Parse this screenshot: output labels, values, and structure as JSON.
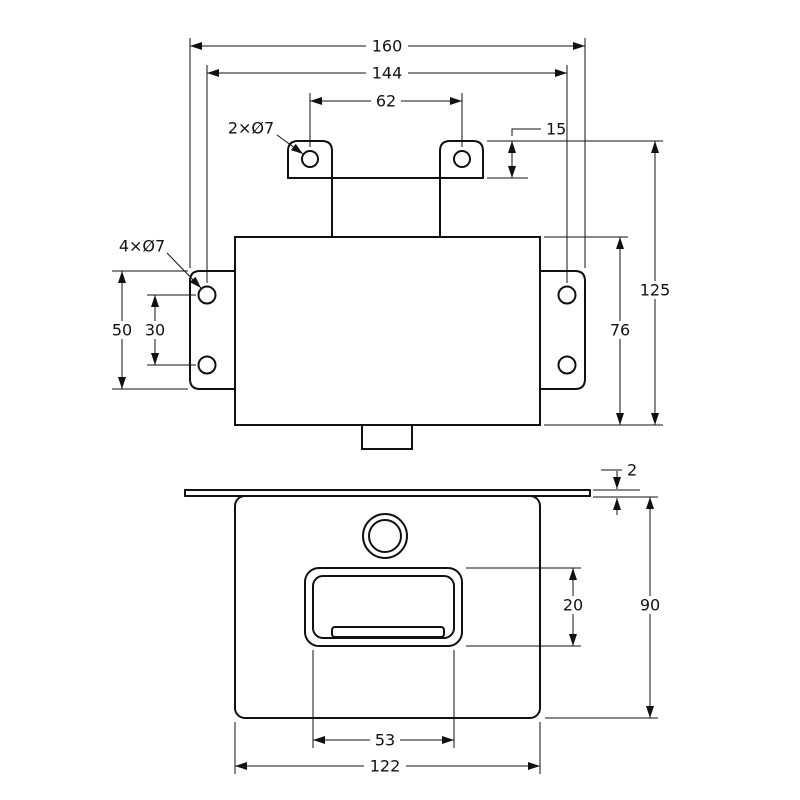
{
  "views": {
    "front": {
      "notes": {
        "tab_holes": "2×Ø7",
        "flange_holes": "4×Ø7"
      },
      "dims": {
        "overall_width": "160",
        "mount_hole_span": "144",
        "tab_hole_span": "62",
        "tab_height": "15",
        "overall_height": "125",
        "body_height": "76",
        "flange_height": "50",
        "flange_hole_pitch": "30"
      }
    },
    "bottom": {
      "dims": {
        "plate_thickness": "2",
        "body_depth": "90",
        "recess_depth": "20",
        "recess_width": "53",
        "body_width": "122"
      }
    }
  }
}
